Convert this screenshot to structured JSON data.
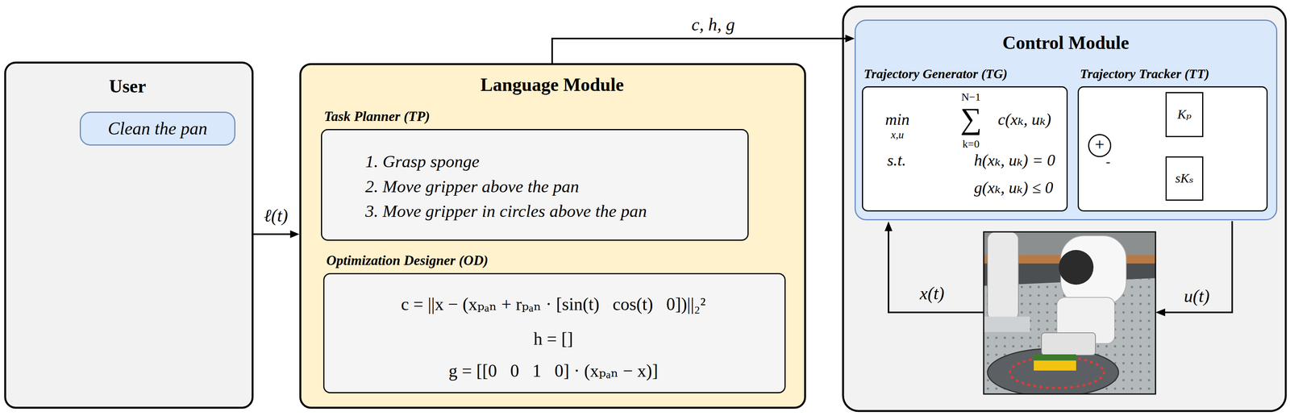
{
  "diagram": {
    "nodes": [
      {
        "text": [
          "User"
        ]
      },
      {
        "text": [
          "Clean the pan"
        ],
        "in": 0
      },
      {
        "text": [
          "Language Module"
        ]
      },
      {
        "text": [
          "Task Planner (TP)",
          "1. Grasp sponge",
          "2. Move gripper above the pan",
          "3. Move gripper in circles above the pan"
        ],
        "in": 2
      },
      {
        "text": [
          "Optimization Designer (OD)",
          "c = ||x − (xₚₐₙ + rₚₐₙ · [sin(t)   cos(t)   0])||₂²",
          "h = []",
          "g = [[0   0   1   0] · (xₚₐₙ − x)]"
        ],
        "in": 2
      },
      {
        "text": [
          "Control Module"
        ]
      },
      {
        "text": [
          "Trajectory Generator (TG)",
          "min",
          "x,u",
          "N−1",
          "∑",
          "k=0",
          "c(xₖ, uₖ)",
          "s.t.",
          "h(xₖ, uₖ) = 0",
          "g(xₖ, uₖ) ≤ 0"
        ],
        "in": 5
      },
      {
        "text": [
          "Trajectory Tracker (TT)"
        ],
        "in": 5
      },
      {
        "text": [
          "+"
        ],
        "in": 7
      },
      {
        "text": [
          "Kₚ"
        ],
        "in": 7
      },
      {
        "text": [
          "sKₛ"
        ],
        "in": 7
      }
    ],
    "edges": [
      {
        "from": 0,
        "to": 2,
        "label": "ℓ(t)",
        "arrow": "to"
      },
      {
        "from": 2,
        "to": 5,
        "label": "c, h, g",
        "arrow": "to"
      },
      {
        "from": 3,
        "to": 4,
        "arrow": "to"
      },
      {
        "from": 8,
        "to": 9,
        "arrow": "none"
      },
      {
        "from": 8,
        "to": 10,
        "arrow": "none"
      },
      {
        "from": 9,
        "to": 7,
        "arrow": "to"
      },
      {
        "from": 10,
        "to": 7,
        "arrow": "to"
      },
      {
        "from": 7,
        "to": 8,
        "arrow": "to"
      }
    ],
    "labels": [
      "-",
      "x(t)",
      "u(t)"
    ]
  }
}
